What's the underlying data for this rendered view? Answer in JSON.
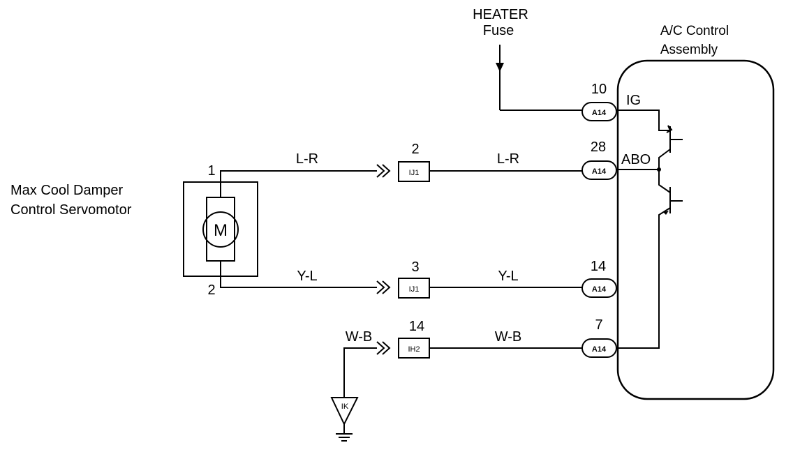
{
  "heater_fuse": {
    "line1": "HEATER",
    "line2": "Fuse"
  },
  "ac_assembly": {
    "line1": "A/C Control",
    "line2": "Assembly"
  },
  "servomotor": {
    "line1": "Max Cool Damper",
    "line2": "Control Servomotor",
    "symbol": "M"
  },
  "servo_pins": {
    "pin1": "1",
    "pin2": "2"
  },
  "pins": {
    "p10": {
      "num": "10",
      "conn": "A14",
      "label": "IG"
    },
    "p28": {
      "num": "28",
      "conn": "A14",
      "label": "ABO"
    },
    "p14": {
      "num": "14",
      "conn": "A14"
    },
    "p7": {
      "num": "7",
      "conn": "A14"
    }
  },
  "junctions": {
    "j1": {
      "num": "2",
      "conn": "IJ1"
    },
    "j2": {
      "num": "3",
      "conn": "IJ1"
    },
    "j3": {
      "num": "14",
      "conn": "IH2"
    }
  },
  "wires": {
    "w1_left": "L-R",
    "w1_right": "L-R",
    "w2_left": "Y-L",
    "w2_right": "Y-L",
    "w3_left": "W-B",
    "w3_right": "W-B"
  },
  "ground": {
    "label": "IK"
  }
}
